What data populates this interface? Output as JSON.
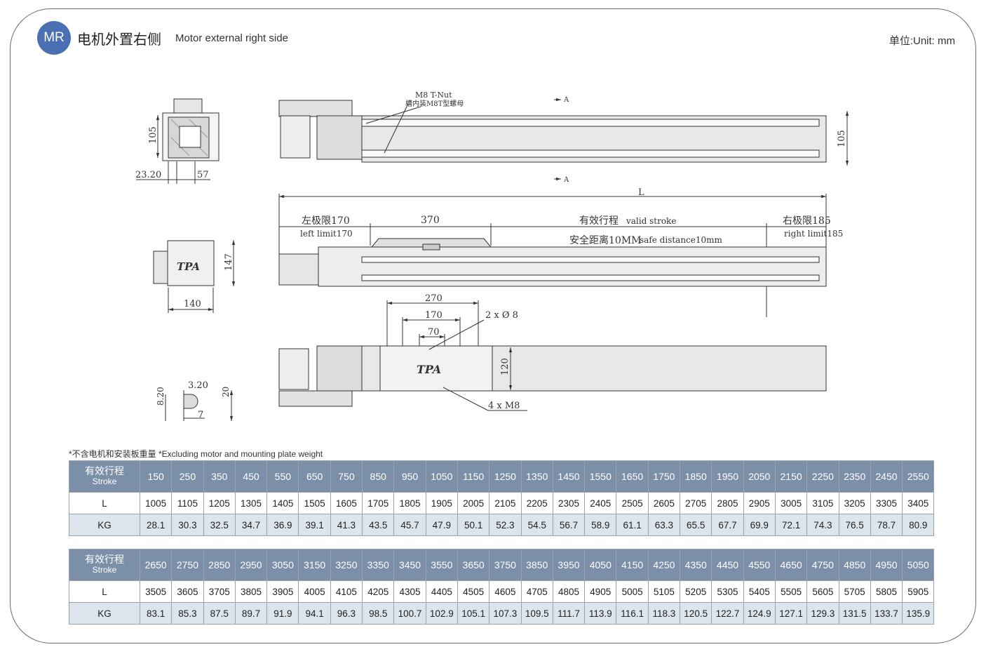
{
  "header": {
    "badge": "MR",
    "title_cn": "电机外置右侧",
    "title_en": "Motor external right side",
    "unit": "单位:Unit: mm"
  },
  "drawing": {
    "labels": {
      "tnut_en": "M8 T-Nut",
      "tnut_cn": "槽内装M8T型螺母",
      "section_a": "A",
      "dim_105_left": "105",
      "dim_2320": "23.20",
      "dim_57": "57",
      "dim_105_right": "105",
      "dim_L": "L",
      "left_limit_cn": "左极限170",
      "left_limit_en": "left limit170",
      "dim_370": "370",
      "valid_stroke_cn": "有效行程",
      "valid_stroke_en": "valid stroke",
      "safe_cn": "安全距离10MM",
      "safe_en": "safe distance10mm",
      "right_limit_cn": "右极限185",
      "right_limit_en": "right limit185",
      "dim_147": "147",
      "dim_140": "140",
      "logo": "TPA",
      "dim_270": "270",
      "dim_170": "170",
      "dim_70": "70",
      "holes": "2 x Ø 8",
      "dim_120": "120",
      "threads": "4 x  M8",
      "dim_820": "8.20",
      "dim_320": "3.20",
      "dim_20": "20",
      "dim_7": "7"
    }
  },
  "note": "*不含电机和安装板重量 *Excluding motor and mounting plate weight",
  "table1": {
    "stroke_cn": "有效行程",
    "stroke_en": "Stroke",
    "row_l": "L",
    "row_kg": "KG",
    "stroke": [
      "150",
      "250",
      "350",
      "450",
      "550",
      "650",
      "750",
      "850",
      "950",
      "1050",
      "1150",
      "1250",
      "1350",
      "1450",
      "1550",
      "1650",
      "1750",
      "1850",
      "1950",
      "2050",
      "2150",
      "2250",
      "2350",
      "2450",
      "2550"
    ],
    "L": [
      "1005",
      "1105",
      "1205",
      "1305",
      "1405",
      "1505",
      "1605",
      "1705",
      "1805",
      "1905",
      "2005",
      "2105",
      "2205",
      "2305",
      "2405",
      "2505",
      "2605",
      "2705",
      "2805",
      "2905",
      "3005",
      "3105",
      "3205",
      "3305",
      "3405"
    ],
    "KG": [
      "28.1",
      "30.3",
      "32.5",
      "34.7",
      "36.9",
      "39.1",
      "41.3",
      "43.5",
      "45.7",
      "47.9",
      "50.1",
      "52.3",
      "54.5",
      "56.7",
      "58.9",
      "61.1",
      "63.3",
      "65.5",
      "67.7",
      "69.9",
      "72.1",
      "74.3",
      "76.5",
      "78.7",
      "80.9"
    ]
  },
  "table2": {
    "stroke_cn": "有效行程",
    "stroke_en": "Stroke",
    "row_l": "L",
    "row_kg": "KG",
    "stroke": [
      "2650",
      "2750",
      "2850",
      "2950",
      "3050",
      "3150",
      "3250",
      "3350",
      "3450",
      "3550",
      "3650",
      "3750",
      "3850",
      "3950",
      "4050",
      "4150",
      "4250",
      "4350",
      "4450",
      "4550",
      "4650",
      "4750",
      "4850",
      "4950",
      "5050"
    ],
    "L": [
      "3505",
      "3605",
      "3705",
      "3805",
      "3905",
      "4005",
      "4105",
      "4205",
      "4305",
      "4405",
      "4505",
      "4605",
      "4705",
      "4805",
      "4905",
      "5005",
      "5105",
      "5205",
      "5305",
      "5405",
      "5505",
      "5605",
      "5705",
      "5805",
      "5905"
    ],
    "KG": [
      "83.1",
      "85.3",
      "87.5",
      "89.7",
      "91.9",
      "94.1",
      "96.3",
      "98.5",
      "100.7",
      "102.9",
      "105.1",
      "107.3",
      "109.5",
      "111.7",
      "113.9",
      "116.1",
      "118.3",
      "120.5",
      "122.7",
      "124.9",
      "127.1",
      "129.3",
      "131.5",
      "133.7",
      "135.9"
    ]
  }
}
